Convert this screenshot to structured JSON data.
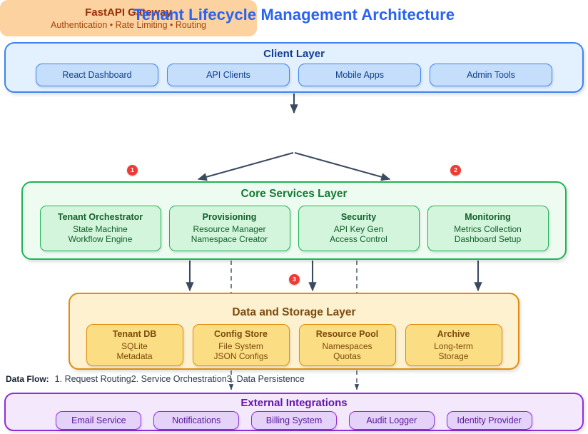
{
  "title": "Tenant Lifecycle Management Architecture",
  "colors": {
    "title": "#2a63ef",
    "client_border": "#3d85f0",
    "client_fill": "#e3f0fd",
    "gateway_border": "#e2650f",
    "gateway_fill": "#fbd2a0",
    "core_border": "#1fb455",
    "core_fill": "#edfbf1",
    "data_border": "#e08c0d",
    "data_fill": "#fdf1cf",
    "external_border": "#8e2fd8",
    "external_fill": "#f4e9fc",
    "badge": "#ef3b35",
    "arrow": "#3b4a5e"
  },
  "client_layer": {
    "title": "Client Layer",
    "nodes": [
      {
        "title": "React Dashboard"
      },
      {
        "title": "API Clients"
      },
      {
        "title": "Mobile Apps"
      },
      {
        "title": "Admin Tools"
      }
    ]
  },
  "gateway": {
    "title": "FastAPI Gateway",
    "subtitle": "Authentication • Rate Limiting • Routing"
  },
  "core_layer": {
    "title": "Core Services Layer",
    "nodes": [
      {
        "title": "Tenant Orchestrator",
        "lines": [
          "State Machine",
          "Workflow Engine"
        ]
      },
      {
        "title": "Provisioning",
        "lines": [
          "Resource Manager",
          "Namespace Creator"
        ]
      },
      {
        "title": "Security",
        "lines": [
          "API Key Gen",
          "Access Control"
        ]
      },
      {
        "title": "Monitoring",
        "lines": [
          "Metrics Collection",
          "Dashboard Setup"
        ]
      }
    ]
  },
  "data_layer": {
    "title": "Data and Storage Layer",
    "nodes": [
      {
        "title": "Tenant DB",
        "lines": [
          "SQLite",
          "Metadata"
        ]
      },
      {
        "title": "Config Store",
        "lines": [
          "File System",
          "JSON Configs"
        ]
      },
      {
        "title": "Resource Pool",
        "lines": [
          "Namespaces",
          "Quotas"
        ]
      },
      {
        "title": "Archive",
        "lines": [
          "Long-term",
          "Storage"
        ]
      }
    ]
  },
  "external_layer": {
    "title": "External Integrations",
    "nodes": [
      {
        "title": "Email Service"
      },
      {
        "title": "Notifications"
      },
      {
        "title": "Billing System"
      },
      {
        "title": "Audit Logger"
      },
      {
        "title": "Identity Provider"
      }
    ]
  },
  "data_flow": {
    "label": "Data Flow:",
    "steps": [
      "1. Request Routing",
      "2. Service Orchestration",
      "3. Data Persistence"
    ]
  },
  "badges": [
    {
      "number": "1"
    },
    {
      "number": "2"
    },
    {
      "number": "3"
    }
  ]
}
